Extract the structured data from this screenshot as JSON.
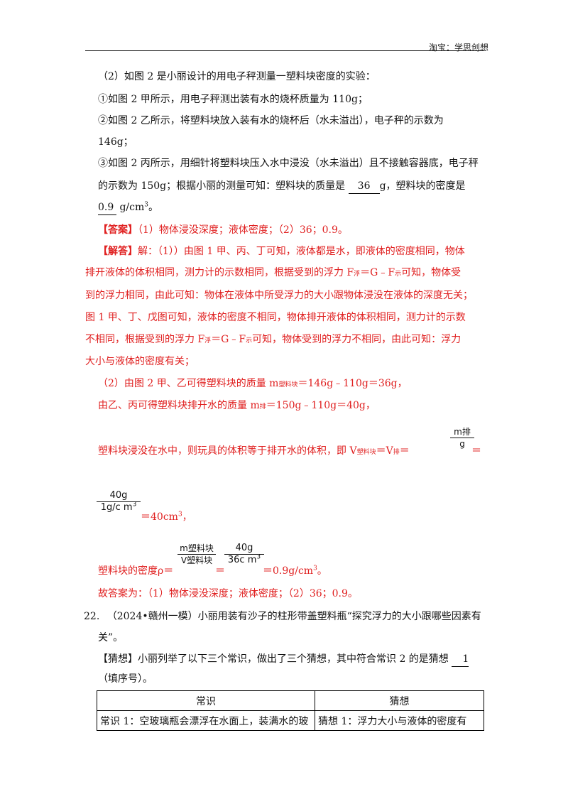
{
  "header": {
    "shop": "淘宝：学思创想"
  },
  "part2": {
    "intro": "（2）如图 2 是小丽设计的用电子秤测量一塑料块密度的实验：",
    "step1": "①如图 2 甲所示，用电子秤测出装有水的烧杯质量为 110g；",
    "step2a": "②如图 2 乙所示，将塑料块放入装有水的烧杯后（水未溢出），电子秤的示数为",
    "step2b": "146g；",
    "step3a": "③如图 2 丙所示，用细针将塑料块压入水中浸没（水未溢出）且不接触容器底，电子秤",
    "step3b_pre": "的示数为 150g；根据小丽的测量可知：塑料块的质量是",
    "blank_mass": "36",
    "step3b_post": "g，塑料块的密度是",
    "blank_density": "0.9",
    "density_unit": "g/cm",
    "density_exp": "3",
    "density_end": "。"
  },
  "answer": {
    "tag": "【答案】",
    "text": "（1）物体浸没深度；液体密度；（2）36；0.9。"
  },
  "solution": {
    "tag": "【解答】",
    "l1": "解：（1））由图 1 甲、丙、丁可知，液体都是水，即液体的密度相同，物体",
    "l2a": "排开液体的体积相同，测力计的示数相同，根据受到的浮力 F",
    "sub_fu": "浮",
    "l2b": "＝G﹣F",
    "sub_shi": "示",
    "l2c": "可知，物体受",
    "l3": "到的浮力相同，由此可知：物体在液体中所受浮力的大小跟物体浸没在液体的深度无关；",
    "l4": "图 1 甲、丁、戊图可知，液体的密度不相同，物体排开液体的体积相同，测力计的示数",
    "l5a": "不相同，根据受到的浮力 F",
    "l5b": "＝G﹣F",
    "l5c": "可知，物体受到的浮力不相同，由此可知：浮力",
    "l6": "大小与液体的密度有关；",
    "l7a": "（2）由图 2 甲、乙可得塑料块的质量 m",
    "sub_slk": "塑料块",
    "l7b": "＝146g﹣110g＝36g，",
    "l8a": "由乙、丙可得塑料块排开水的质量 m",
    "sub_pai": "排",
    "l8b": "＝150g﹣110g＝40g，",
    "l9a": "塑料块浸没在水中，则玩具的体积等于排开水的体积，即 V",
    "l9b": "＝V",
    "l9c": "＝",
    "l9d": "＝",
    "frac1_num": "m排",
    "frac1_den": "g",
    "frac2_num": "40g",
    "frac2_den": "1g/c m",
    "frac2_exp": "3",
    "l10": "＝40cm",
    "l10_exp": "3",
    "l10_end": "，",
    "l11a": "塑料块的密度ρ＝",
    "frac3_num": "m塑料块",
    "frac3_den": "V塑料块",
    "frac4_num": "40g",
    "frac4_den": "36c m",
    "frac4_exp": "3",
    "l11b": "＝0.9g/cm",
    "l11_exp": "3",
    "l11_end": "。",
    "final": "故答案为：（1）物体浸没深度；液体密度；（2）36；0.9。"
  },
  "q22": {
    "num": "22.",
    "l1": "（2024•赣州一模）小丽用装有沙子的柱形带盖塑料瓶“探究浮力的大小跟哪些因素有",
    "l2": "关”。",
    "l3a": "【猜想】小丽列举了以下三个常识，做出了三个猜想，其中符合常识 2 的是猜想",
    "blank": "1",
    "l4": "（填序号）。"
  },
  "table": {
    "headers": [
      "常识",
      "猜想"
    ],
    "row1": [
      "常识 1：空玻璃瓶会漂浮在水面上，装满水的玻",
      "猜想 1：浮力大小与液体的密度有"
    ]
  }
}
